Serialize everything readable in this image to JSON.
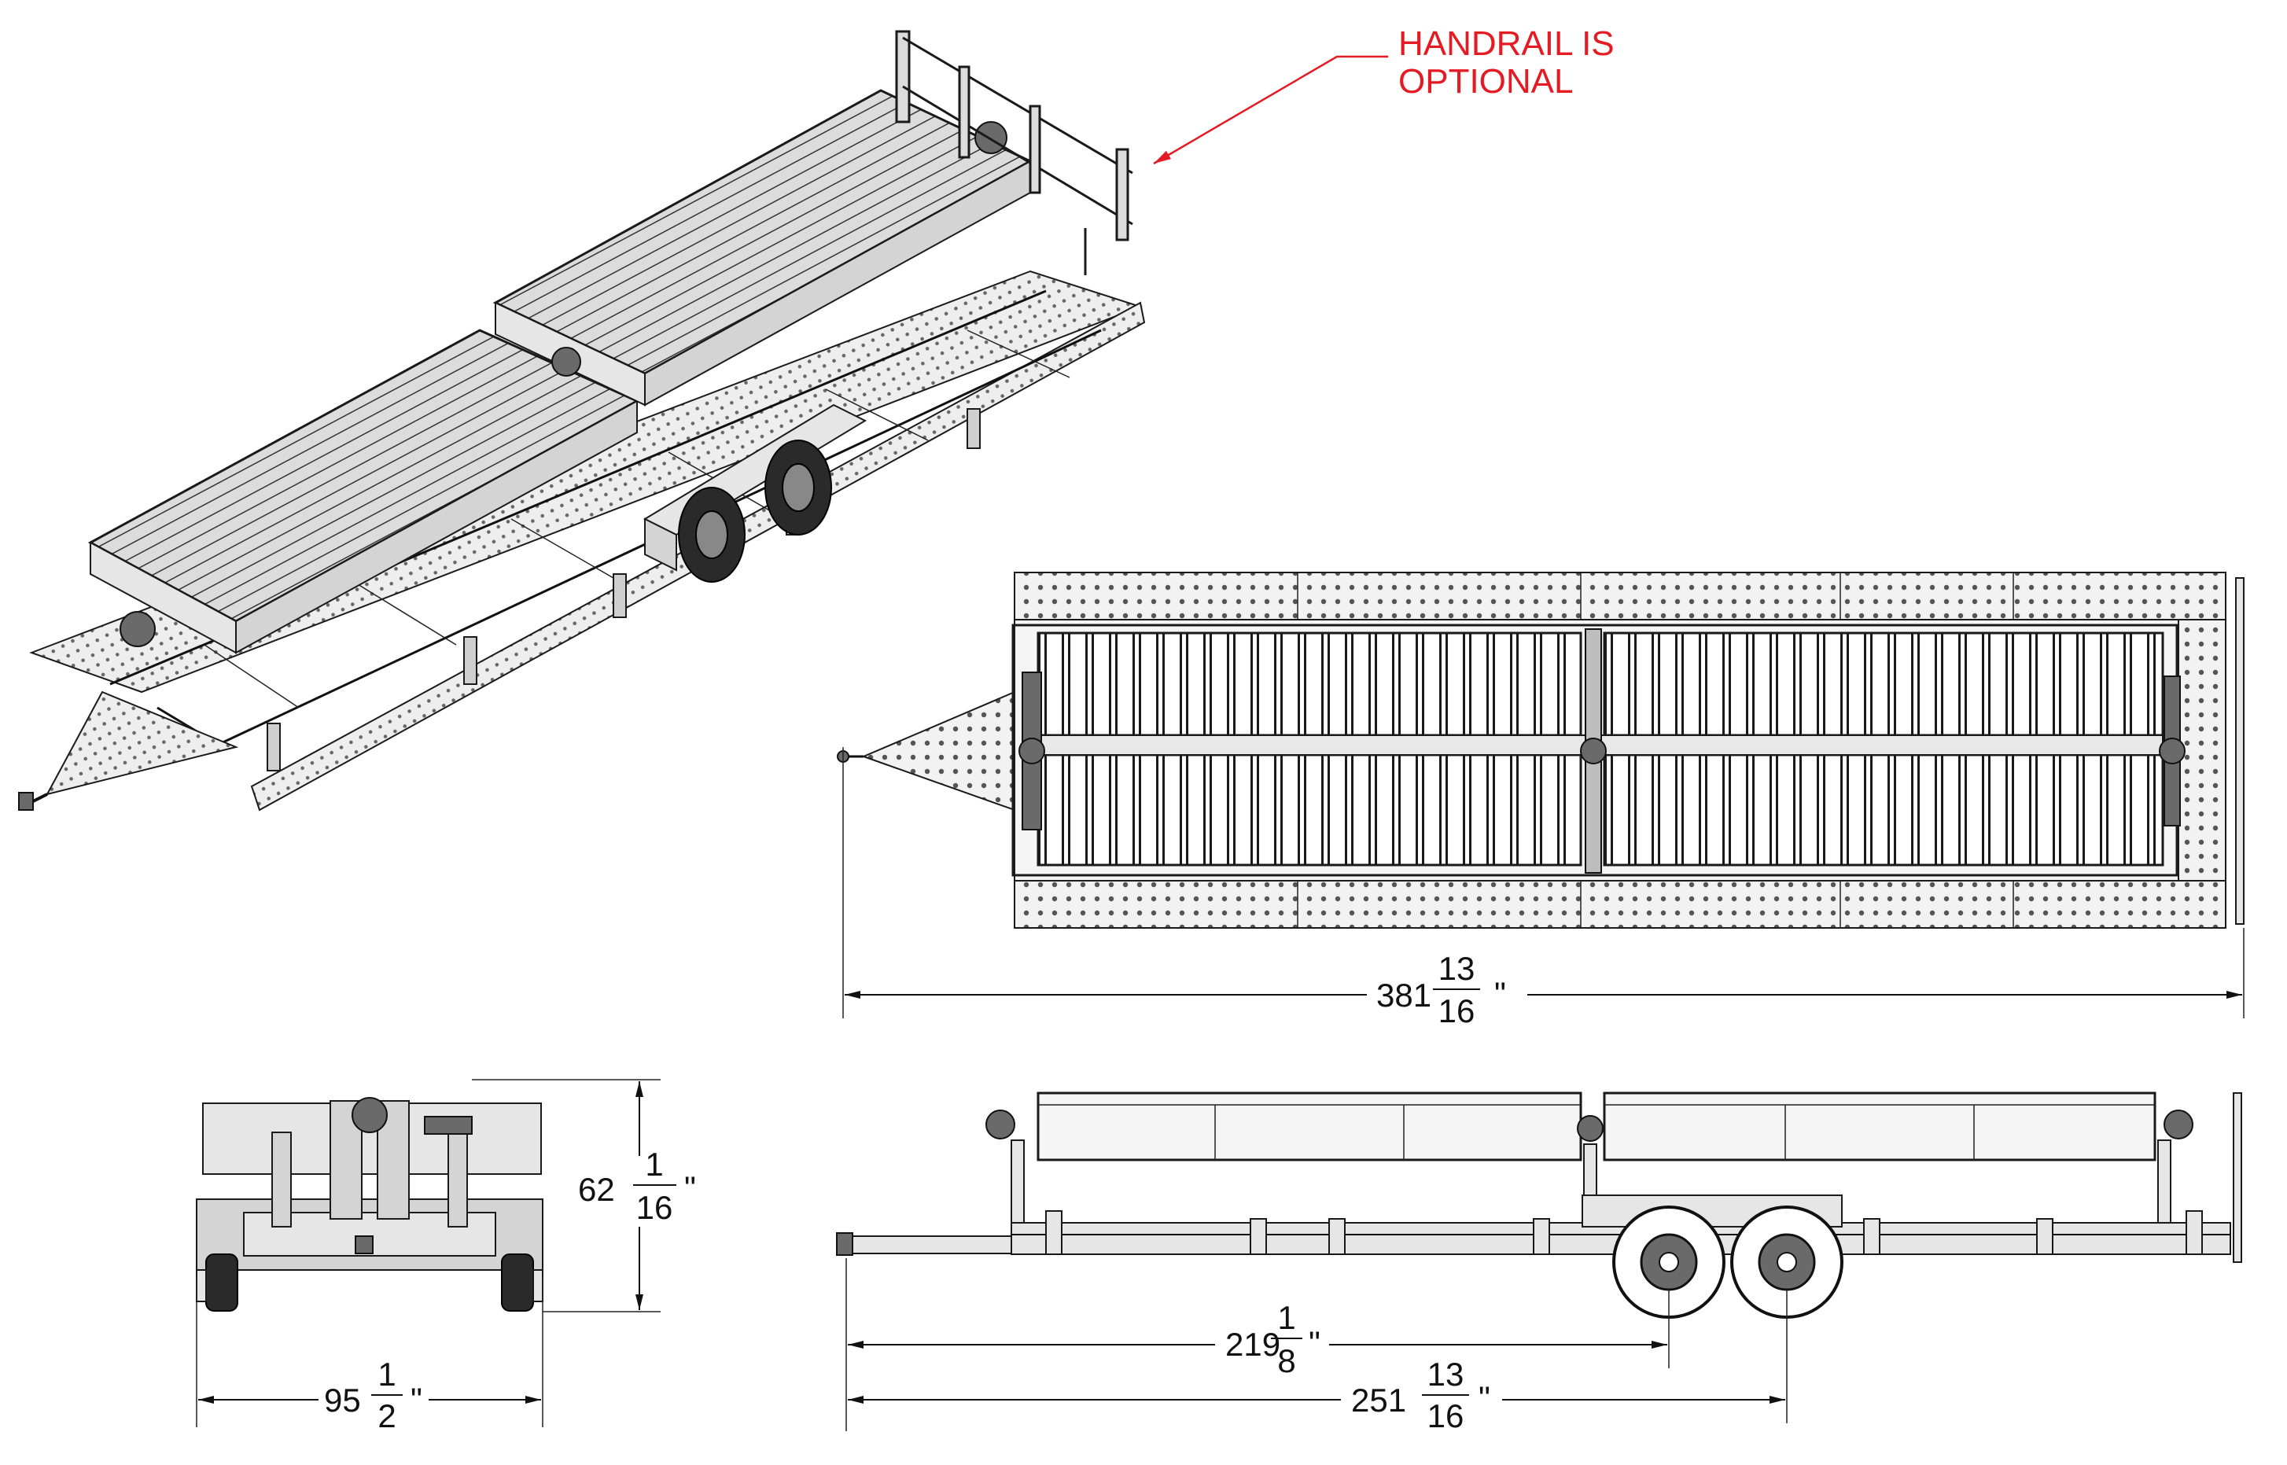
{
  "annotation": {
    "line1": "HANDRAIL IS",
    "line2": "OPTIONAL",
    "color": "#e51b24"
  },
  "dimensions": {
    "overall_length": {
      "whole": "381",
      "num": "13",
      "den": "16",
      "unit": "\""
    },
    "height": {
      "whole": "62",
      "num": "1",
      "den": "16",
      "unit": "\""
    },
    "width": {
      "whole": "95",
      "num": "1",
      "den": "2",
      "unit": "\""
    },
    "hitch_to_axle1": {
      "whole": "219",
      "num": "1",
      "den": "8",
      "unit": "\""
    },
    "hitch_to_axle2": {
      "whole": "251",
      "num": "13",
      "den": "16",
      "unit": "\""
    }
  }
}
